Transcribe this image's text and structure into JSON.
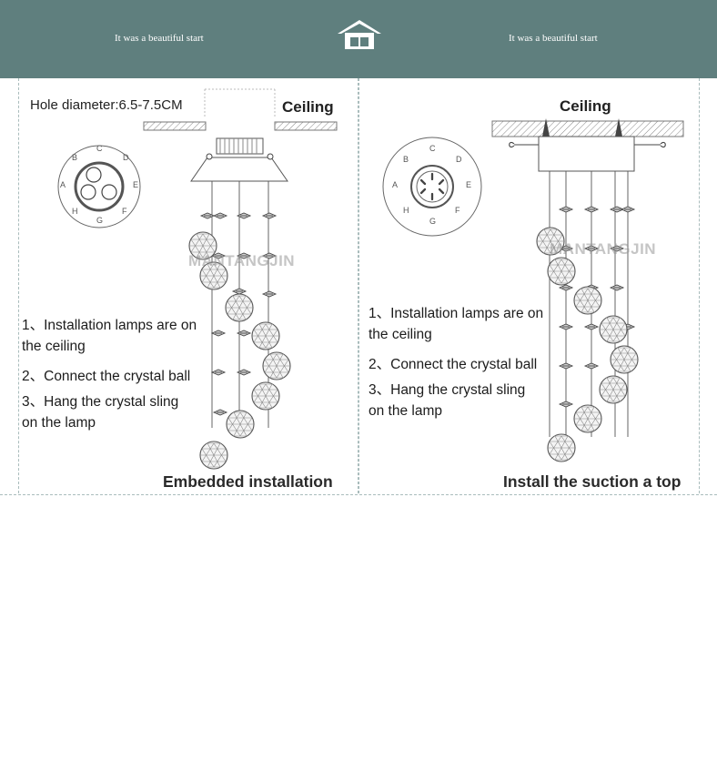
{
  "banner": {
    "left_text": "It was a beautiful start",
    "right_text": "It was a beautiful start",
    "icon": "house-icon",
    "background": "#5f7f7e"
  },
  "left_panel": {
    "hole_label": "Hole diameter:6.5-7.5CM",
    "ceiling_label": "Ceiling",
    "watermark": "MANTANGJIN",
    "steps": [
      "1、Installation lamps are on",
      "the ceiling",
      "2、Connect the crystal ball",
      "3、Hang the crystal sling",
      "on the lamp"
    ],
    "caption": "Embedded installation",
    "dial_letters": [
      "A",
      "B",
      "C",
      "D",
      "E",
      "F",
      "G",
      "H"
    ]
  },
  "right_panel": {
    "ceiling_label": "Ceiling",
    "watermark": "MANTANGJIN",
    "steps": [
      "1、Installation lamps are on",
      "the ceiling",
      "2、Connect the crystal ball",
      "3、Hang the crystal sling",
      "on the lamp"
    ],
    "caption": "Install the suction a top",
    "dial_letters": [
      "A",
      "B",
      "C",
      "D",
      "E",
      "F",
      "G",
      "H"
    ]
  }
}
